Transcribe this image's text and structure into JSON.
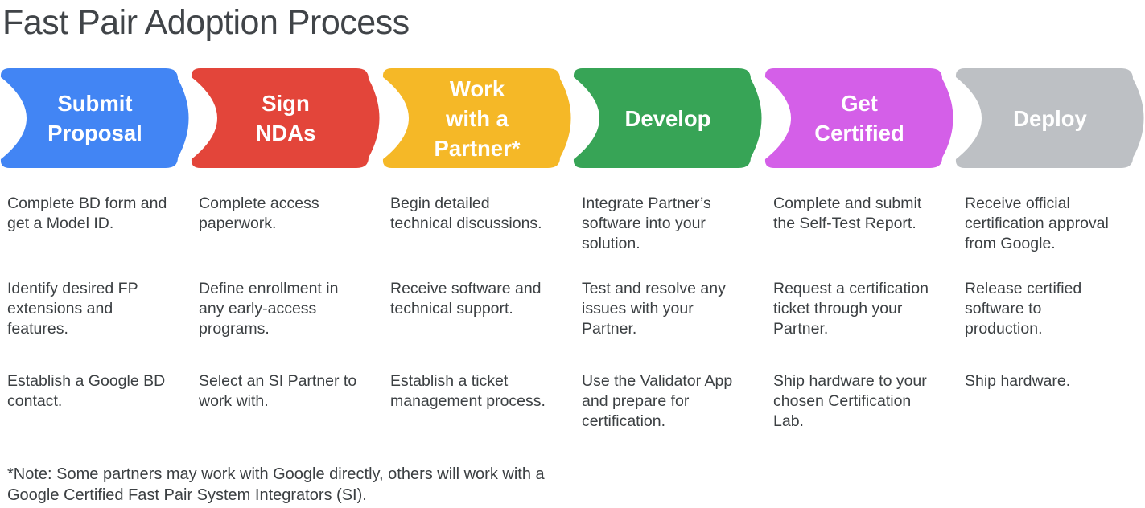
{
  "title": "Fast Pair Adoption Process",
  "note": "*Note: Some partners may work with Google directly, others will work with a\nGoogle Certified Fast Pair System Integrators (SI).",
  "colors": {
    "background": "#FFFFFF",
    "title_text": "#404448",
    "body_text": "#3C4043",
    "stage_label_text": "#FFFFFF",
    "stage_blue": "#4285F4",
    "stage_red": "#E3453A",
    "stage_yellow": "#F5B827",
    "stage_green": "#37A456",
    "stage_magenta": "#D45FE8",
    "stage_gray": "#BDC0C4"
  },
  "stages": [
    {
      "id": "submit-proposal",
      "label": "Submit\nProposal",
      "color": "#4285F4",
      "steps": [
        "Complete BD form and\nget a Model ID.",
        "Identify desired FP\nextensions and\nfeatures.",
        "Establish a Google BD\ncontact."
      ]
    },
    {
      "id": "sign-ndas",
      "label": "Sign\nNDAs",
      "color": "#E3453A",
      "steps": [
        "Complete access\npaperwork.",
        "Define enrollment in\nany early-access\nprograms.",
        "Select an SI Partner to\nwork with."
      ]
    },
    {
      "id": "work-with-a-partner",
      "label": "Work\nwith a\nPartner*",
      "color": "#F5B827",
      "steps": [
        "Begin detailed\ntechnical discussions.",
        "Receive software and\ntechnical support.",
        "Establish a ticket\nmanagement process."
      ]
    },
    {
      "id": "develop",
      "label": "Develop",
      "color": "#37A456",
      "steps": [
        "Integrate Partner’s\nsoftware into your\nsolution.",
        "Test and resolve any\nissues with your\nPartner.",
        "Use the Validator App\nand prepare for\ncertification."
      ]
    },
    {
      "id": "get-certified",
      "label": "Get\nCertified",
      "color": "#D45FE8",
      "steps": [
        "Complete and submit\nthe Self-Test Report.",
        "Request a certification\nticket through your\nPartner.",
        "Ship hardware to your\nchosen Certification\nLab."
      ]
    },
    {
      "id": "deploy",
      "label": "Deploy",
      "color": "#BDC0C4",
      "steps": [
        "Receive official\ncertification approval\nfrom Google.",
        "Release certified\nsoftware to\nproduction.",
        "Ship hardware."
      ]
    }
  ]
}
